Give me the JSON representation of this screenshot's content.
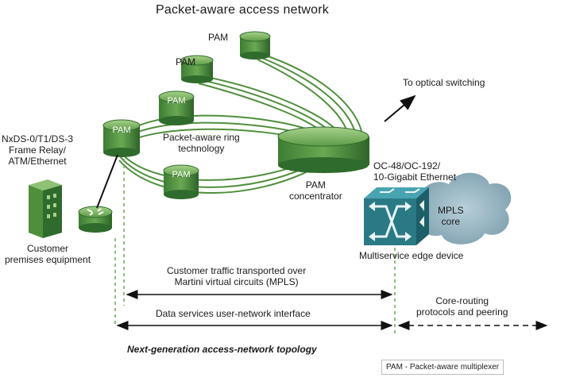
{
  "diagram": {
    "title": "Packet-aware access network",
    "footer_caption": "Next-generation access-network topology",
    "legend": "PAM - Packet-aware multiplexer"
  },
  "labels": {
    "pam_top": "PAM",
    "pam_upper": "PAM",
    "to_optical": "To optical switching",
    "interfaces": "NxDS-0/T1/DS-3\nFrame Relay/\nATM/Ethernet",
    "ring_technology": "Packet-aware ring\ntechnology",
    "pam_concentrator": "PAM\nconcentrator",
    "oc_links": "OC-48/OC-192/\n10-Gigabit Ethernet",
    "customer_premises": "Customer\npremises equipment",
    "multiservice_edge": "Multiservice edge device",
    "mpls_core": "MPLS\ncore",
    "customer_traffic": "Customer traffic transported over\nMartini virtual circuits (MPLS)",
    "data_services": "Data services user-network interface",
    "core_routing": "Core-routing\nprotocols and peering"
  },
  "nodes": {
    "pam_ring_top": "PAM",
    "pam_ring_left": "PAM",
    "pam_ring_bottom": "PAM"
  },
  "colors": {
    "pam_dark": "#2f6b2c",
    "pam_mid": "#4f8f3c",
    "pam_light": "#8fc276",
    "edge_device": "#2a7a86",
    "edge_device_light": "#48a4b1",
    "cloud": "#8fb0bf",
    "line": "#111111"
  }
}
